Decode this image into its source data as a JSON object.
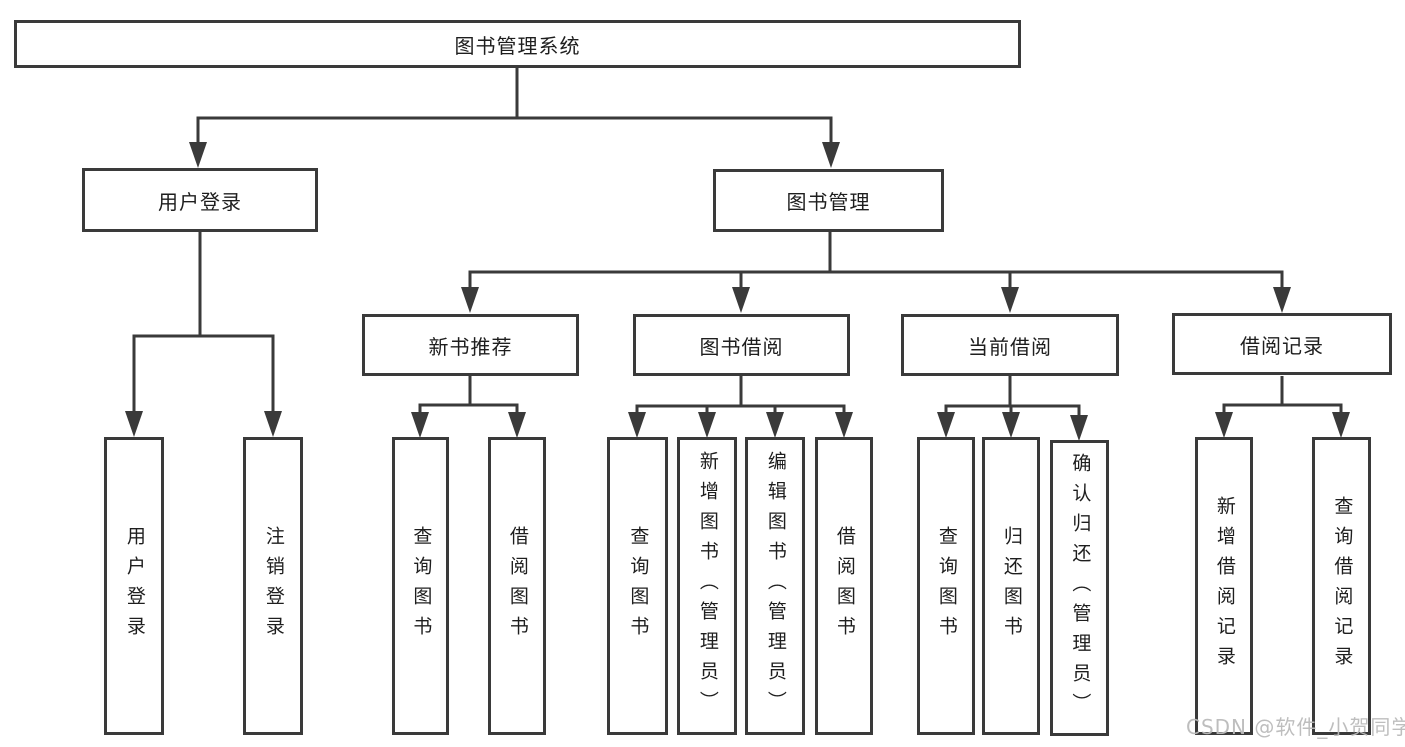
{
  "diagram": {
    "root": {
      "label": "图书管理系统"
    },
    "level2": {
      "user_login": {
        "label": "用户登录"
      },
      "book_management": {
        "label": "图书管理"
      }
    },
    "level3": {
      "new_books": {
        "label": "新书推荐"
      },
      "book_borrowing": {
        "label": "图书借阅"
      },
      "current_borrowing": {
        "label": "当前借阅"
      },
      "borrowing_records": {
        "label": "借阅记录"
      }
    },
    "leaves": {
      "user_login_leaf": {
        "label": "用户登录"
      },
      "user_logout": {
        "label": "注销登录"
      },
      "nb_query_books": {
        "label": "查询图书"
      },
      "nb_borrow_books": {
        "label": "借阅图书"
      },
      "bb_query_books": {
        "label": "查询图书"
      },
      "bb_add_books": {
        "label": "新增图书（管理员）"
      },
      "bb_edit_books": {
        "label": "编辑图书（管理员）"
      },
      "bb_borrow_books": {
        "label": "借阅图书"
      },
      "cb_query_books": {
        "label": "查询图书"
      },
      "cb_return_books": {
        "label": "归还图书"
      },
      "cb_confirm_return": {
        "label": "确认归还（管理员）"
      },
      "br_add_record": {
        "label": "新增借阅记录"
      },
      "br_query_record": {
        "label": "查询借阅记录"
      }
    }
  },
  "watermark": {
    "text": "CSDN @软件_小贺同学"
  },
  "colors": {
    "line": "#3a3a3a",
    "box_border": "#3a3a3a",
    "text": "#1e1e1e",
    "watermark": "#bababa",
    "background": "#ffffff"
  }
}
